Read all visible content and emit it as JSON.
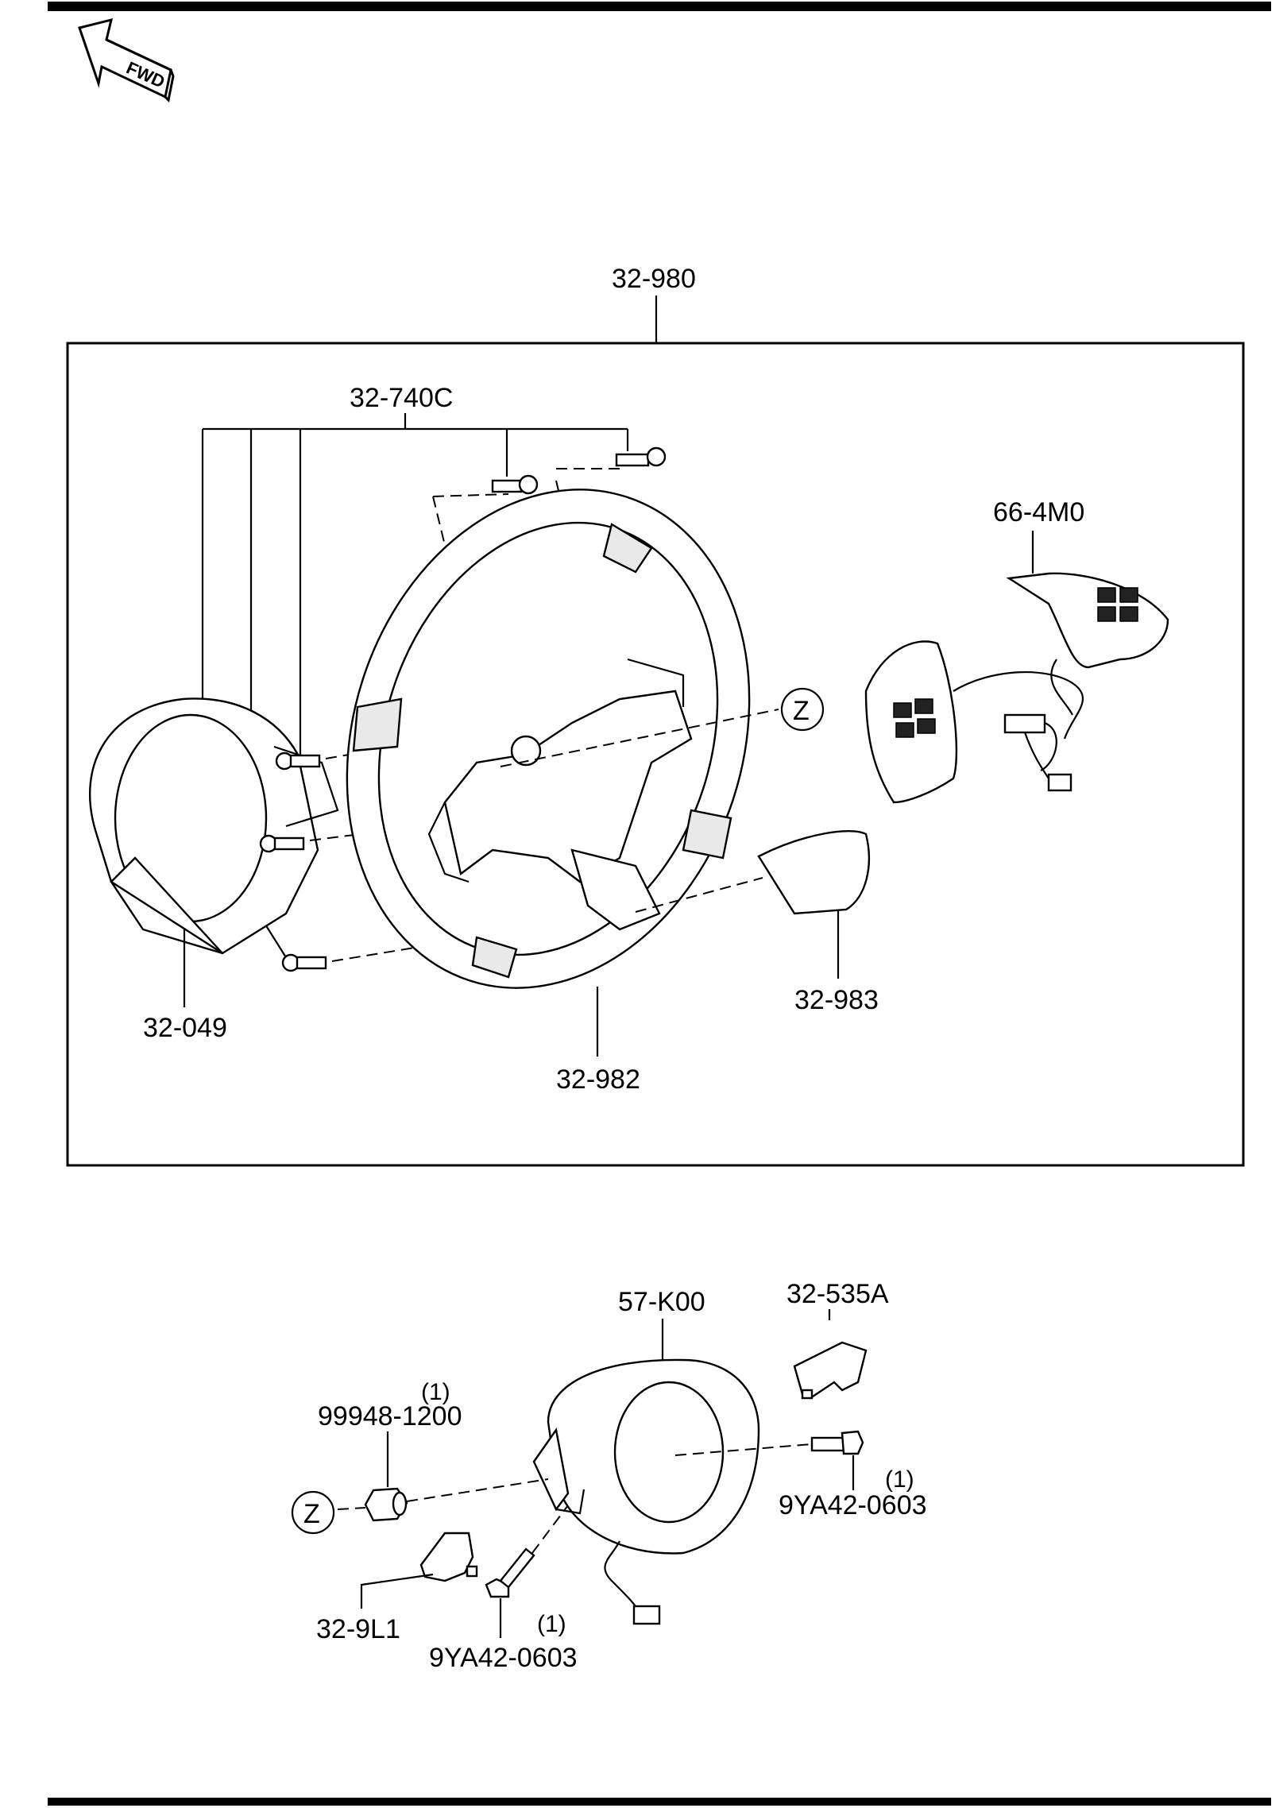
{
  "fwd_label": "FWD",
  "parts": {
    "assembly": "32-980",
    "screws": "32-740C",
    "switch": "66-4M0",
    "ref_z_top": "Z",
    "pad_cover": "32-049",
    "wheel": "32-982",
    "lower_cover": "32-983",
    "airbag": "57-K00",
    "bracket_right": "32-535A",
    "nut": "99948-1200",
    "nut_qty": "(1)",
    "bolt_right": "9YA42-0603",
    "bolt_right_qty": "(1)",
    "ref_z_bottom": "Z",
    "bracket_left": "32-9L1",
    "bolt_bottom": "9YA42-0603",
    "bolt_bottom_qty": "(1)"
  }
}
